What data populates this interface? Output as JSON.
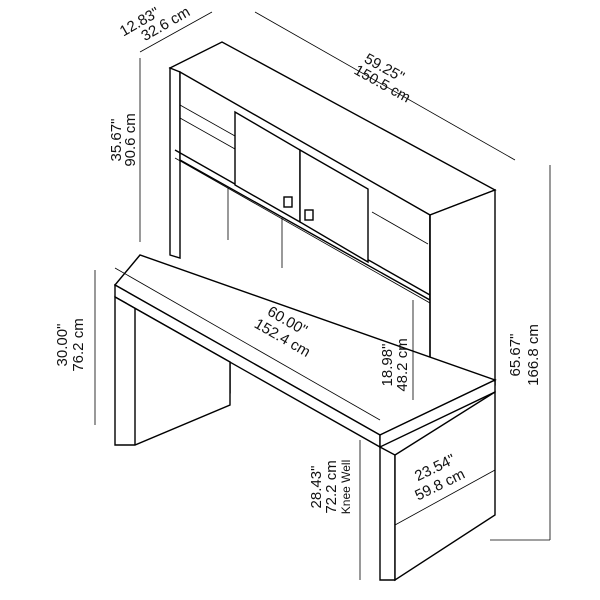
{
  "dimensions": {
    "hutch_depth": {
      "in": "12.83\"",
      "cm": "32.6 cm"
    },
    "hutch_width": {
      "in": "59.25\"",
      "cm": "150.5 cm"
    },
    "hutch_height": {
      "in": "35.67\"",
      "cm": "90.6 cm"
    },
    "total_height": {
      "in": "65.67\"",
      "cm": "166.8 cm"
    },
    "desk_width": {
      "in": "60.00\"",
      "cm": "152.4 cm"
    },
    "desk_height": {
      "in": "30.00\"",
      "cm": "76.2 cm"
    },
    "hutch_clearance": {
      "in": "18.98\"",
      "cm": "48.2 cm"
    },
    "knee_well": {
      "in": "28.43\"",
      "cm": "72.2 cm",
      "label": "Knee Well"
    },
    "desk_depth": {
      "in": "23.54\"",
      "cm": "59.8 cm"
    }
  }
}
